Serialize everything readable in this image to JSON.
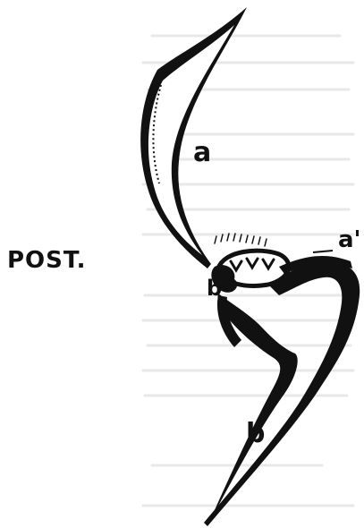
{
  "labels": {
    "post": "POST.",
    "a": "a",
    "a_prime": "a'",
    "b_prime": "b'",
    "b": "b"
  },
  "colors": {
    "ink": "#111111",
    "paper": "#ffffff",
    "bleed_text": "#c9c9c9"
  }
}
